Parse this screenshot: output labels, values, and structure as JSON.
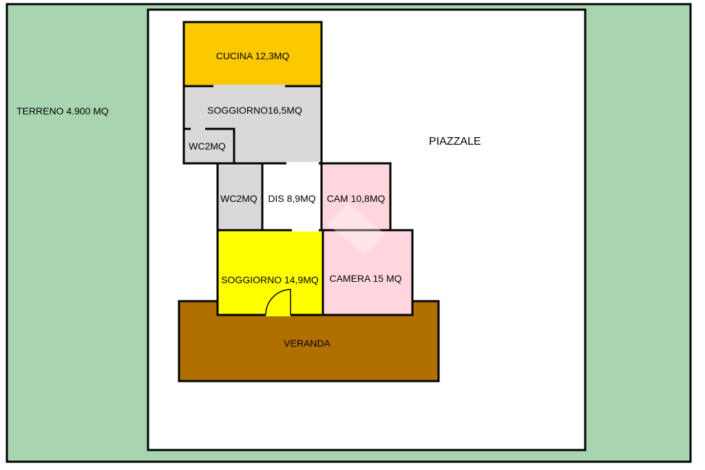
{
  "colors": {
    "land": "#a8d5b0",
    "yard": "#ffffff",
    "kitchen": "#fcc800",
    "grey_room": "#d9d9d9",
    "living_yellow": "#ffff00",
    "bedroom_pink": "#ffd6de",
    "veranda": "#b07000",
    "wall": "#000000"
  },
  "labels": {
    "terreno": "TERRENO 4.900 MQ",
    "piazzale": "PIAZZALE",
    "cucina": "CUCINA 12,3MQ",
    "soggiorno_top": "SOGGIORNO16,5MQ",
    "wc_upper": "WC2MQ",
    "wc_lower": "WC2MQ",
    "dis": "DIS 8,9MQ",
    "cam": "CAM 10,8MQ",
    "soggiorno_bottom": "SOGGIORNO 14,9MQ",
    "camera": "CAMERA 15 MQ",
    "veranda": "VERANDA"
  }
}
